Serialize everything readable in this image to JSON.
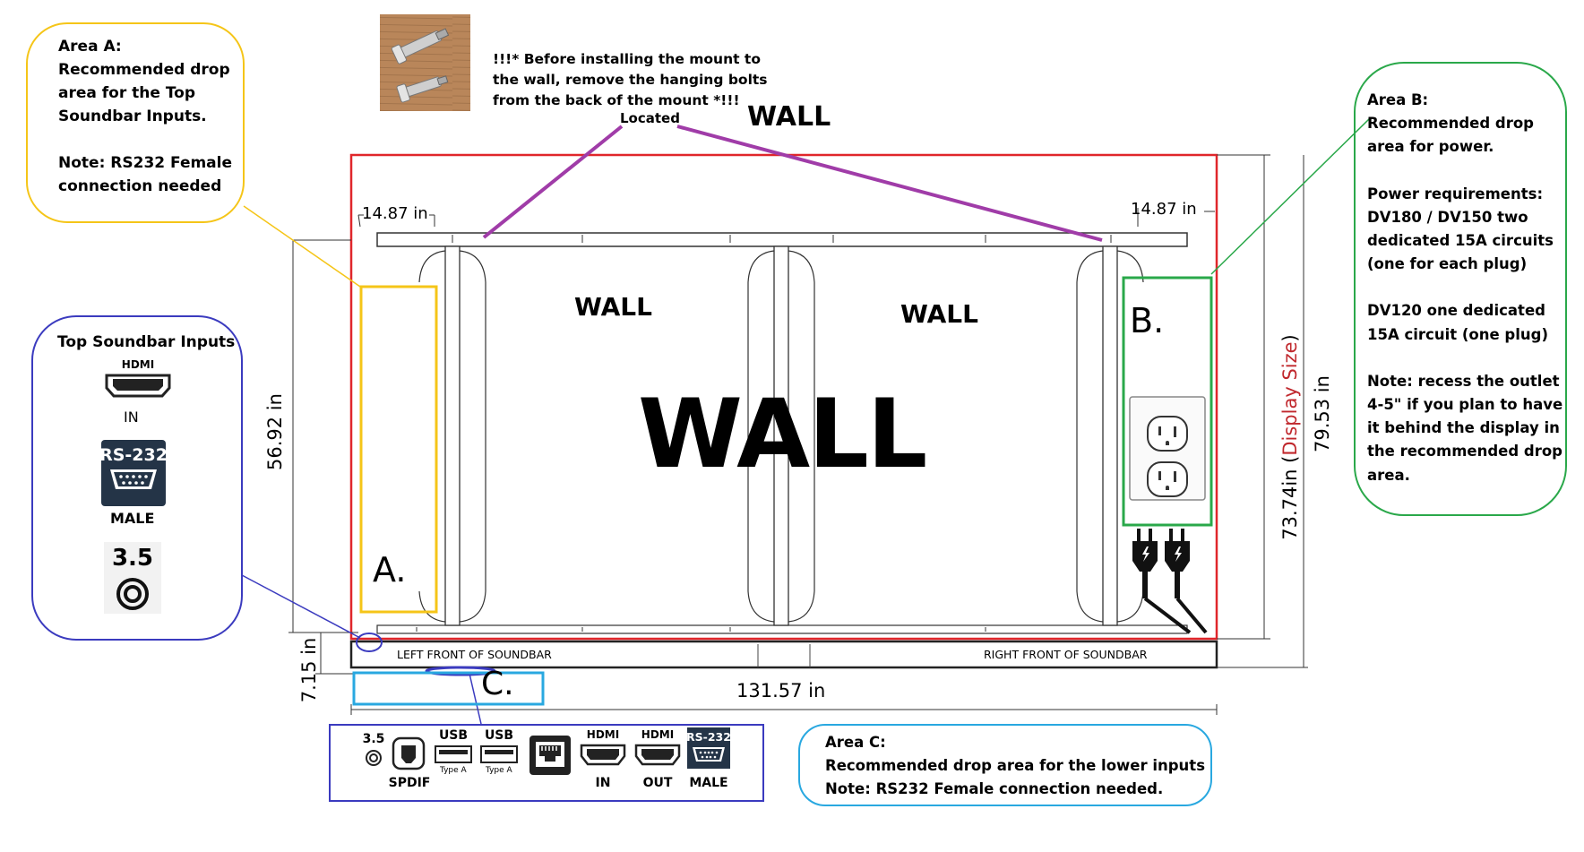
{
  "colors": {
    "area_a": "#f5c518",
    "area_b": "#2aa84a",
    "area_c": "#29a8e0",
    "top_inputs": "#3b3bbf",
    "display_outline": "#e0262b",
    "located_line": "#a03ca8",
    "display_size_text": "#c0282d"
  },
  "wall_labels": {
    "top": "WALL",
    "left": "WALL",
    "right": "WALL",
    "big": "WALL"
  },
  "area_a": {
    "lines": [
      "Area A:",
      "Recommended drop",
      "area for the Top",
      "Soundbar Inputs.",
      "",
      "Note: RS232 Female",
      "connection needed"
    ],
    "marker": "A."
  },
  "area_b": {
    "lines": [
      "Area B:",
      "Recommended drop",
      "area for power.",
      "",
      "Power requirements:",
      "DV180 / DV150 two",
      "dedicated 15A circuits",
      "(one for each plug)",
      "",
      "DV120 one dedicated",
      "15A circuit (one plug)",
      "",
      "Note: recess the outlet",
      "4-5\" if you plan to have",
      "it behind the display in",
      "the recommended drop",
      "area."
    ],
    "marker": "B."
  },
  "area_c": {
    "lines": [
      "Area C:",
      "Recommended drop area for the lower inputs",
      "Note: RS232 Female connection needed."
    ],
    "marker": "C."
  },
  "mount_note": {
    "lines": [
      "!!!* Before installing the mount to",
      "the wall, remove the hanging bolts",
      "from the back of the mount *!!!"
    ],
    "located": "Located",
    "photo_icon": "hanging-bolts-photo"
  },
  "top_soundbar_inputs": {
    "title": "Top Soundbar Inputs",
    "hdmi_label": "HDMI",
    "hdmi_caption": "IN",
    "rs232_label": "RS-232",
    "rs232_caption": "MALE",
    "audio_label": "3.5"
  },
  "dimensions": {
    "left_offset": "14.87 in",
    "right_offset": "14.87 in",
    "mount_height": "56.92 in",
    "soundbar_height": "7.15 in",
    "total_width": "131.57 in",
    "display_size_value": "73.74in (",
    "display_size_label": "Display Size",
    "display_size_close": ")",
    "total_height": "79.53 in"
  },
  "soundbar": {
    "left_label": "LEFT FRONT OF SOUNDBAR",
    "right_label": "RIGHT FRONT OF SOUNDBAR"
  },
  "lower_inputs": {
    "audio_label": "3.5",
    "spdif_caption": "SPDIF",
    "usb1_label": "USB",
    "usb1_type": "Type A",
    "usb2_label": "USB",
    "usb2_type": "Type A",
    "hdmi_in_label": "HDMI",
    "hdmi_in_caption": "IN",
    "hdmi_out_label": "HDMI",
    "hdmi_out_caption": "OUT",
    "rs232_label": "RS-232",
    "rs232_caption": "MALE"
  }
}
